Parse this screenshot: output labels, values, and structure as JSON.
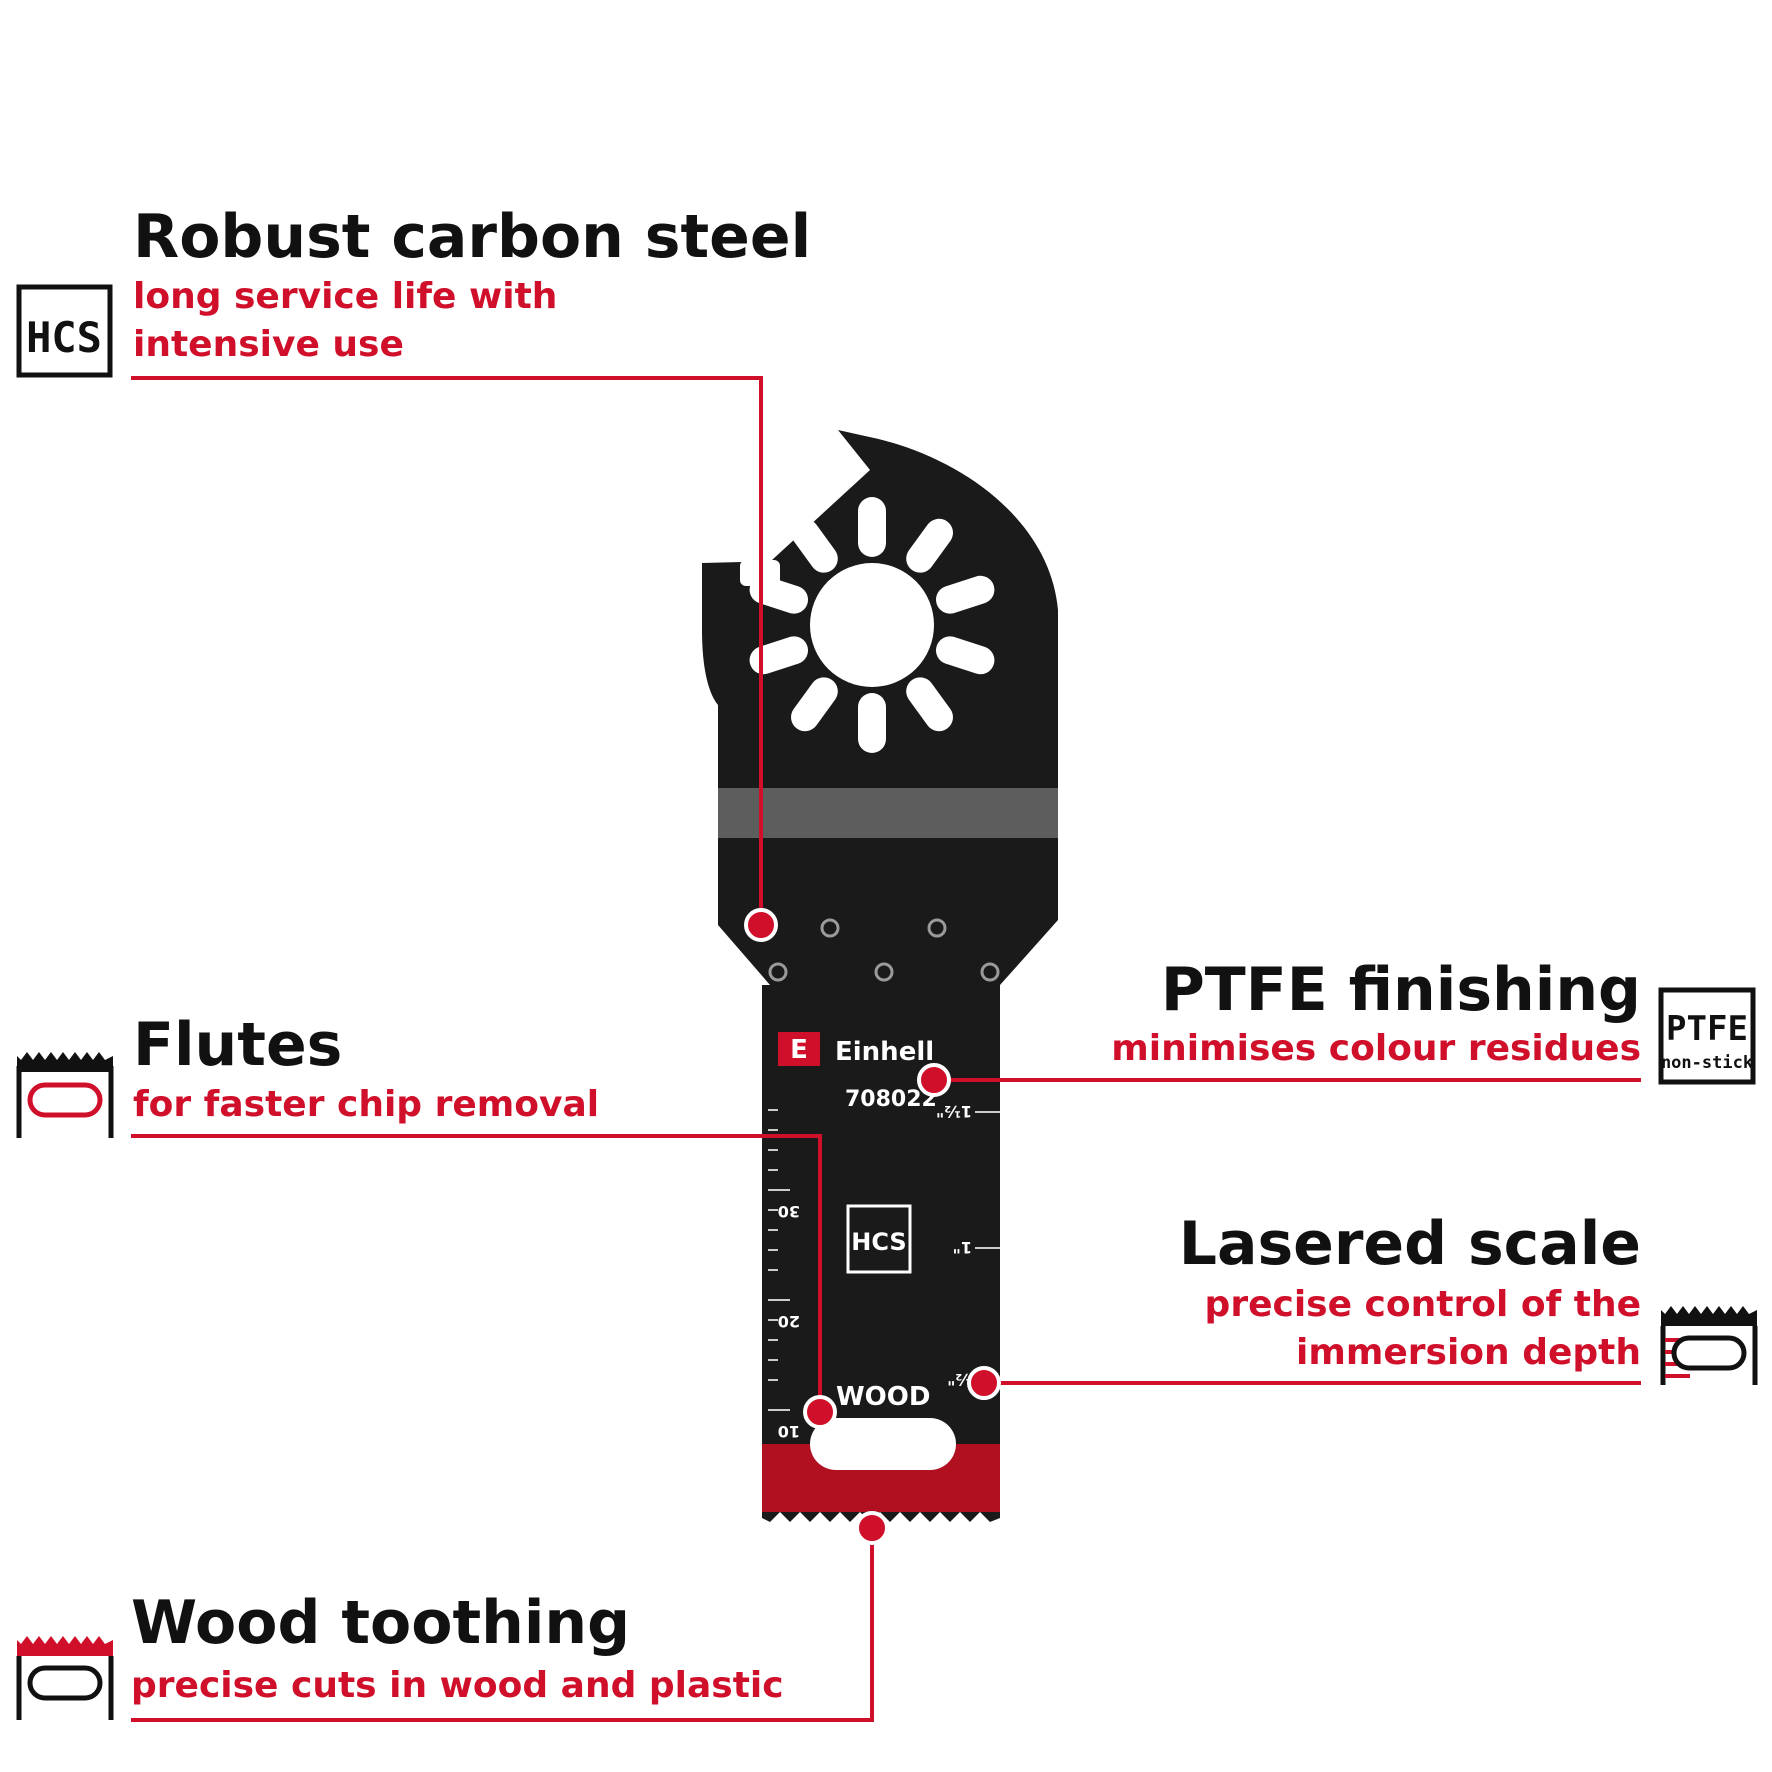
{
  "colors": {
    "accent": "#d0102a",
    "text": "#111111",
    "blade": "#1a1a1a",
    "background": "#ffffff"
  },
  "features": {
    "steel": {
      "title": "Robust carbon steel",
      "line1": "long service life with",
      "line2": "intensive use",
      "icon": "hcs-badge-icon",
      "icon_label": "HCS"
    },
    "flutes": {
      "title": "Flutes",
      "line1": "for faster chip removal",
      "icon": "flutes-blade-icon"
    },
    "toothing": {
      "title": "Wood toothing",
      "line1": "precise cuts in wood and plastic",
      "icon": "wood-toothing-blade-icon"
    },
    "ptfe": {
      "title": "PTFE finishing",
      "line1": "minimises colour residues",
      "icon": "ptfe-badge-icon",
      "icon_label": "PTFE",
      "icon_sublabel": "non-stick"
    },
    "scale": {
      "title": "Lasered scale",
      "line1": "precise control of the",
      "line2": "immersion depth",
      "icon": "lasered-scale-blade-icon"
    }
  },
  "blade": {
    "brand": "Einhell",
    "article_number": "708022",
    "hcs_label": "HCS",
    "material_label": "WOOD",
    "scale_mm": [
      "30",
      "20",
      "10"
    ],
    "scale_in": [
      "1½\"",
      "1\"",
      "½\""
    ]
  }
}
